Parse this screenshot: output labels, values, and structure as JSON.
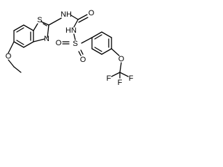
{
  "molecule": {
    "atoms": {
      "nh_upper": "NH",
      "o_carbonyl": "O",
      "nh_lower": "HN",
      "n_ring": "N",
      "s_ring": "S",
      "s_sulfonyl": "S",
      "o_sulfonyl_left": "O",
      "o_sulfonyl_right": "O",
      "o_ethoxy": "O",
      "o_ocf3": "O",
      "f_top": "F",
      "f_left": "F",
      "f_right": "F"
    }
  }
}
